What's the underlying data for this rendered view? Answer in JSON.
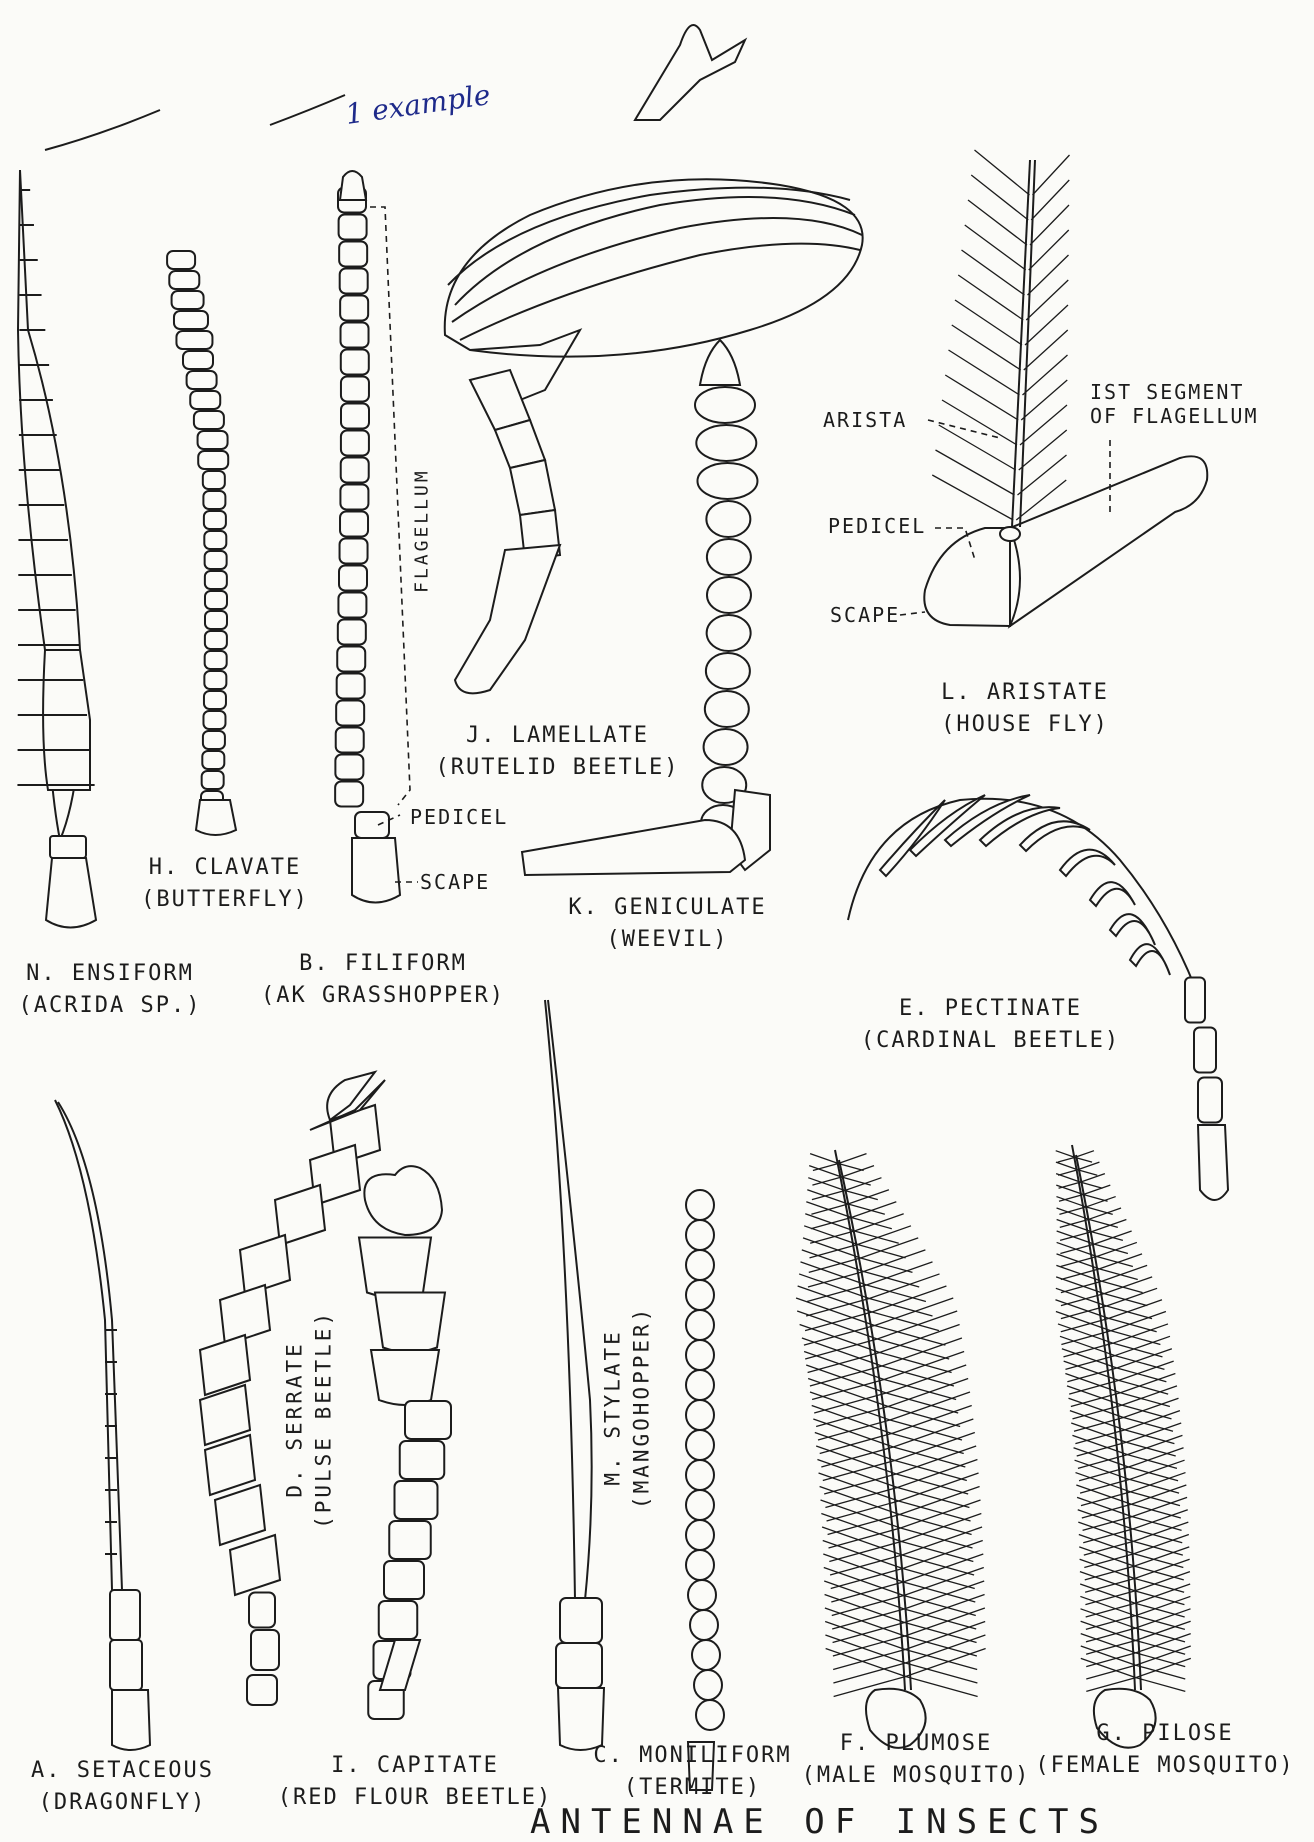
{
  "note": "1 example",
  "footer": "ANTENNAE OF INSECTS",
  "specimens": [
    {
      "id": "N",
      "name": "N.  ENSIFORM",
      "insect": "(ACRIDA SP.)"
    },
    {
      "id": "H",
      "name": "H.  CLAVATE",
      "insect": "(BUTTERFLY)"
    },
    {
      "id": "B",
      "name": "B.  FILIFORM",
      "insect": "(AK GRASSHOPPER)"
    },
    {
      "id": "J",
      "name": "J.  LAMELLATE",
      "insect": "(RUTELID BEETLE)"
    },
    {
      "id": "K",
      "name": "K.  GENICULATE",
      "insect": "(WEEVIL)"
    },
    {
      "id": "L",
      "name": "L.  ARISTATE",
      "insect": "(HOUSE FLY)"
    },
    {
      "id": "E",
      "name": "E.  PECTINATE",
      "insect": "(CARDINAL BEETLE)"
    },
    {
      "id": "A",
      "name": "A.  SETACEOUS",
      "insect": "(DRAGONFLY)"
    },
    {
      "id": "D",
      "name": "D.  SERRATE",
      "insect": "(PULSE BEETLE)"
    },
    {
      "id": "I",
      "name": "I.  CAPITATE",
      "insect": "(RED FLOUR BEETLE)"
    },
    {
      "id": "M",
      "name": "M.  STYLATE",
      "insect": "(MANGOHOPPER)"
    },
    {
      "id": "C",
      "name": "C.  MONILIFORM",
      "insect": "(TERMITE)"
    },
    {
      "id": "F",
      "name": "F.  PLUMOSE",
      "insect": "(MALE MOSQUITO)"
    },
    {
      "id": "G",
      "name": "G.  PILOSE",
      "insect": "(FEMALE MOSQUITO)"
    }
  ],
  "parts": {
    "flagellum": "FLAGELLUM",
    "pedicel": "PEDICEL",
    "scape": "SCAPE",
    "arista": "ARISTA",
    "first_segment_line1": "IST SEGMENT",
    "first_segment_line2": "OF FLAGELLUM",
    "fly_pedicel": "PEDICEL",
    "fly_scape": "SCAPE"
  }
}
